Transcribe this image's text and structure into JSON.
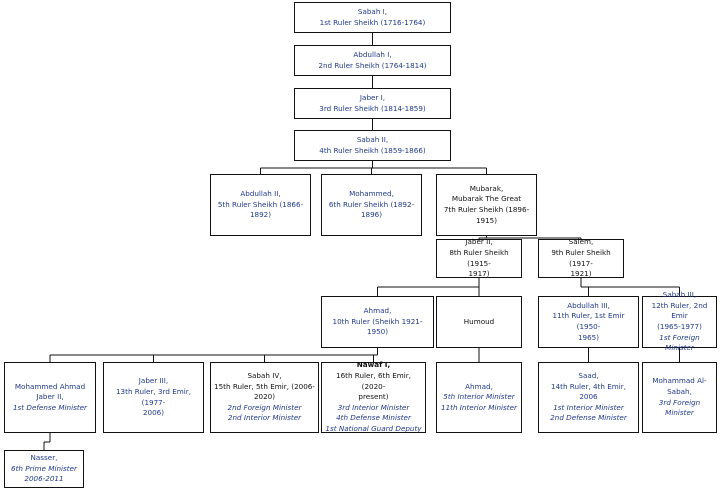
{
  "colors": {
    "text": "#1f3a8a",
    "line": "#111111",
    "border": "#111111"
  },
  "nodes": [
    {
      "id": "sabah1",
      "lines": [
        {
          "t": "Sabah I,"
        },
        {
          "t": "1st Ruler Sheikh (1716-1764)"
        }
      ]
    },
    {
      "id": "abdullah1",
      "lines": [
        {
          "t": "Abdullah I,"
        },
        {
          "t": "2nd Ruler Sheikh (1764-1814)"
        }
      ]
    },
    {
      "id": "jaber1",
      "lines": [
        {
          "t": "Jaber I,"
        },
        {
          "t": "3rd Ruler Sheikh (1814-1859)"
        }
      ]
    },
    {
      "id": "sabah2",
      "lines": [
        {
          "t": "Sabah II,"
        },
        {
          "t": "4th Ruler Sheikh (1859-1866)"
        }
      ]
    },
    {
      "id": "abdullah2",
      "lines": [
        {
          "t": "Abdullah II,"
        },
        {
          "t": "5th Ruler Sheikh (1866-1892)"
        }
      ]
    },
    {
      "id": "mohammed",
      "lines": [
        {
          "t": "Mohammed,"
        },
        {
          "t": "6th Ruler Sheikh (1892-1896)"
        }
      ]
    },
    {
      "id": "mubarak",
      "lines": [
        {
          "t": "Mubarak,",
          "s": "k"
        },
        {
          "t": "Mubarak The Great",
          "s": "k"
        },
        {
          "t": "7th Ruler Sheikh (1896-",
          "s": "k"
        },
        {
          "t": "1915)",
          "s": "k"
        }
      ]
    },
    {
      "id": "jaber2",
      "lines": [
        {
          "t": "Jaber II,",
          "s": "k"
        },
        {
          "t": "8th Ruler Sheikh (1915-",
          "s": "k"
        },
        {
          "t": "1917)",
          "s": "k"
        }
      ]
    },
    {
      "id": "salem",
      "lines": [
        {
          "t": "Salem,",
          "s": "k"
        },
        {
          "t": "9th Ruler Sheikh (1917-",
          "s": "k"
        },
        {
          "t": "1921)",
          "s": "k"
        }
      ]
    },
    {
      "id": "ahmad",
      "lines": [
        {
          "t": "Ahmad,"
        },
        {
          "t": "10th Ruler (Sheikh 1921-1950)"
        }
      ]
    },
    {
      "id": "humoud",
      "lines": [
        {
          "t": "Humoud",
          "s": "k"
        }
      ]
    },
    {
      "id": "abdullah3",
      "lines": [
        {
          "t": "Abdullah III,"
        },
        {
          "t": "11th Ruler, 1st Emir (1950-"
        },
        {
          "t": "1965)"
        }
      ]
    },
    {
      "id": "sabah3",
      "lines": [
        {
          "t": "Sabah III,"
        },
        {
          "t": "12th Ruler, 2nd Emir"
        },
        {
          "t": "(1965-1977)"
        },
        {
          "t": "1st Foreign Minister",
          "s": "i"
        }
      ]
    },
    {
      "id": "mohammedahmad",
      "lines": [
        {
          "t": "Mohammed Ahmad"
        },
        {
          "t": "Jaber II,"
        },
        {
          "t": "1st Defense Minister",
          "s": "i"
        }
      ]
    },
    {
      "id": "jaber3",
      "lines": [
        {
          "t": "Jaber III,"
        },
        {
          "t": "13th Ruler, 3rd Emir, (1977-"
        },
        {
          "t": "2006)"
        }
      ]
    },
    {
      "id": "sabah4",
      "lines": [
        {
          "t": "Sabah IV,",
          "s": "k"
        },
        {
          "t": "15th Ruler, 5th Emir, (2006-",
          "s": "k"
        },
        {
          "t": "2020)",
          "s": "k"
        },
        {
          "t": "2nd Foreign Minister",
          "s": "i"
        },
        {
          "t": "2nd Interior Minister",
          "s": "i"
        }
      ]
    },
    {
      "id": "nawaf",
      "lines": [
        {
          "t": "Nawaf I,",
          "s": "b"
        },
        {
          "t": "16th Ruler, 6th Emir, (2020-",
          "s": "k"
        },
        {
          "t": "present)",
          "s": "k"
        },
        {
          "t": "3rd Interior Minister",
          "s": "i"
        },
        {
          "t": "4th Defense Minister",
          "s": "i"
        },
        {
          "t": "1st National Guard Deputy",
          "s": "i"
        }
      ]
    },
    {
      "id": "ahmad2",
      "lines": [
        {
          "t": "Ahmad,"
        },
        {
          "t": "5th Interior Minister",
          "s": "i"
        },
        {
          "t": "11th Interior Minister",
          "s": "i"
        }
      ]
    },
    {
      "id": "saad",
      "lines": [
        {
          "t": "Saad,"
        },
        {
          "t": "14th Ruler, 4th Emir, 2006"
        },
        {
          "t": "1st Interior Minister",
          "s": "i"
        },
        {
          "t": "2nd Defense Minister",
          "s": "i"
        }
      ]
    },
    {
      "id": "mohammadalsabah",
      "lines": [
        {
          "t": "Mohammad Al-"
        },
        {
          "t": "Sabah,"
        },
        {
          "t": "3rd Foreign Minister",
          "s": "i"
        }
      ]
    },
    {
      "id": "nasser",
      "lines": [
        {
          "t": "Nasser,"
        },
        {
          "t": "6th Prime Minister",
          "s": "i"
        },
        {
          "t": "2006-2011",
          "s": "i"
        }
      ]
    }
  ],
  "edges": [
    {
      "parent": "sabah1",
      "children": [
        "abdullah1"
      ]
    },
    {
      "parent": "abdullah1",
      "children": [
        "jaber1"
      ]
    },
    {
      "parent": "jaber1",
      "children": [
        "sabah2"
      ]
    },
    {
      "parent": "sabah2",
      "children": [
        "abdullah2",
        "mohammed",
        "mubarak"
      ]
    },
    {
      "parent": "mubarak",
      "children": [
        "jaber2",
        "salem"
      ]
    },
    {
      "parent": "jaber2",
      "children": [
        "ahmad",
        "humoud"
      ]
    },
    {
      "parent": "salem",
      "children": [
        "abdullah3",
        "sabah3"
      ]
    },
    {
      "parent": "ahmad",
      "children": [
        "mohammedahmad",
        "jaber3",
        "sabah4",
        "nawaf"
      ]
    },
    {
      "parent": "humoud",
      "children": [
        "ahmad2"
      ]
    },
    {
      "parent": "abdullah3",
      "children": [
        "saad"
      ]
    },
    {
      "parent": "sabah3",
      "children": [
        "mohammadalsabah"
      ]
    },
    {
      "parent": "mohammedahmad",
      "children": [
        "nasser"
      ]
    }
  ]
}
